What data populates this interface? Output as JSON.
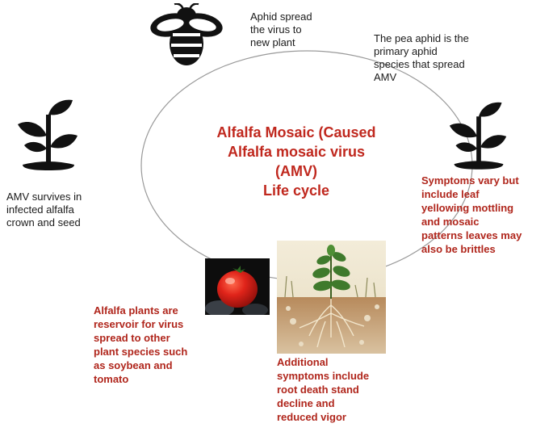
{
  "title_lines": [
    "Alfalfa Mosaic (Caused",
    "Alfalfa mosaic virus",
    "(AMV)",
    "Life cycle"
  ],
  "notes": {
    "aphid_spread": [
      "Aphid spread",
      "the virus to",
      "new plant"
    ],
    "pea_aphid": [
      "The pea aphid is the",
      "primary aphid",
      "species that spread",
      "AMV"
    ],
    "survives": [
      "AMV survives in",
      "infected alfalfa",
      "crown and seed"
    ],
    "symptoms": [
      "Symptoms vary but",
      "include leaf",
      "yellowing mottling",
      "and mosaic",
      "patterns leaves may",
      "also be brittles"
    ],
    "reservoir": [
      "Alfalfa plants are",
      "reservoir for virus",
      "spread to other",
      "plant species such",
      "as soybean and",
      "tomato"
    ],
    "additional": [
      "Additional",
      "symptoms include",
      "root death stand",
      "decline and",
      "reduced vigor"
    ]
  },
  "colors": {
    "title": "#c0281e",
    "red_text": "#b0261c",
    "black_text": "#1a1a1a",
    "cycle_line": "#9a9a9a",
    "icon": "#111111"
  },
  "icons": [
    "bee-icon",
    "plant-left-icon",
    "plant-right-icon",
    "tomato-image",
    "plant-roots-image"
  ]
}
